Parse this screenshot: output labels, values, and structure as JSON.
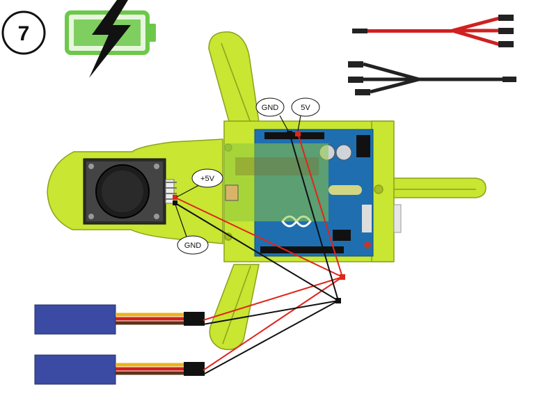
{
  "step": {
    "number": "7"
  },
  "icons": {
    "battery": "charging-battery-icon",
    "bolt": "lightning-bolt-icon"
  },
  "labels": {
    "gnd_top": "GND",
    "v5_top": "5V",
    "v5_joystick": "+5V",
    "gnd_joystick": "GND"
  },
  "components": {
    "board": "arduino-uno-board",
    "joystick": "thumb-joystick-module",
    "servos": [
      "servo-motor",
      "servo-motor"
    ],
    "cables": [
      "red-y-jumper-cable",
      "black-y-jumper-cable"
    ]
  },
  "colors": {
    "chassis": "#c8e632",
    "chassis_outline": "#8aa11c",
    "board": "#1f6fb0",
    "battery": "#6cc84a",
    "power_wire": "#e0251b",
    "ground_wire": "#111111",
    "servo_body": "#3b4aa2"
  }
}
